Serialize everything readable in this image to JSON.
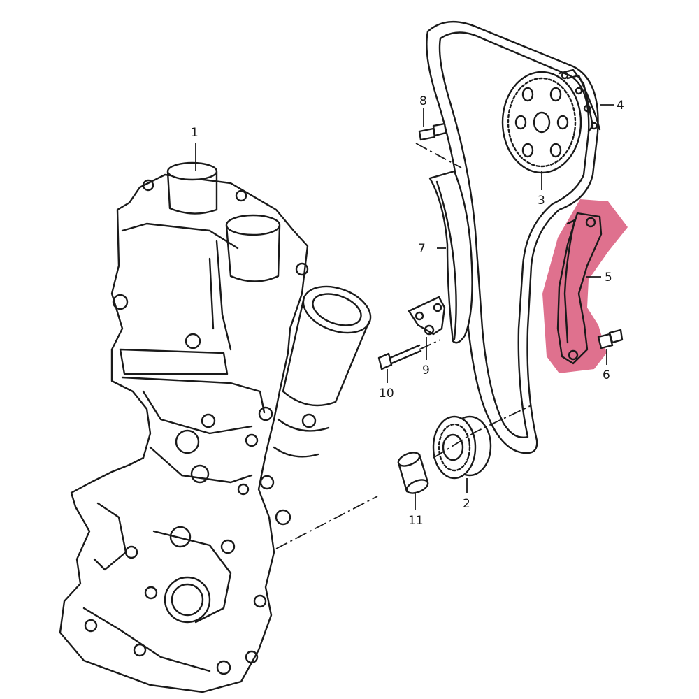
{
  "diagram": {
    "highlight_color": "#d9587a",
    "parts": [
      {
        "id": "1",
        "label": "1",
        "icon": "timing-cover"
      },
      {
        "id": "2",
        "label": "2",
        "icon": "crankshaft-sprocket"
      },
      {
        "id": "3",
        "label": "3",
        "icon": "camshaft-sprocket"
      },
      {
        "id": "4",
        "label": "4",
        "icon": "timing-chain-link"
      },
      {
        "id": "5",
        "label": "5",
        "icon": "tensioner-rail",
        "highlighted": true
      },
      {
        "id": "6",
        "label": "6",
        "icon": "pivot-bolt"
      },
      {
        "id": "7",
        "label": "7",
        "icon": "guide-rail"
      },
      {
        "id": "8",
        "label": "8",
        "icon": "guide-pin"
      },
      {
        "id": "9",
        "label": "9",
        "icon": "chain-tensioner"
      },
      {
        "id": "10",
        "label": "10",
        "icon": "bolt"
      },
      {
        "id": "11",
        "label": "11",
        "icon": "bushing"
      }
    ]
  }
}
